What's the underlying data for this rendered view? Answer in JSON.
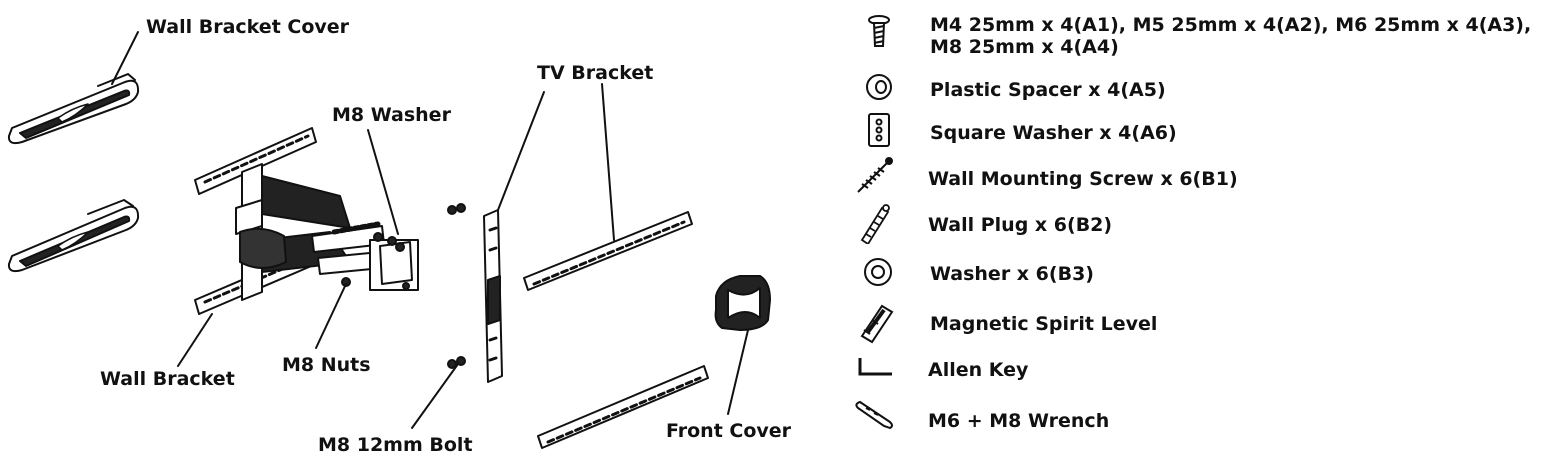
{
  "callouts": {
    "wall_bracket_cover": "Wall Bracket Cover",
    "m8_washer": "M8 Washer",
    "tv_bracket": "TV Bracket",
    "wall_bracket": "Wall Bracket",
    "m8_nuts": "M8 Nuts",
    "m8_12mm_bolt": "M8 12mm Bolt",
    "front_cover": "Front Cover"
  },
  "parts_list": [
    {
      "icon": "screw-icon",
      "line1": "M4 25mm x 4(A1), M5 25mm x 4(A2), M6 25mm x 4(A3),",
      "line2": "M8 25mm x 4(A4)"
    },
    {
      "icon": "plastic-spacer-icon",
      "line1": "Plastic Spacer x 4(A5)"
    },
    {
      "icon": "square-washer-icon",
      "line1": "Square Washer x 4(A6)"
    },
    {
      "icon": "wall-mounting-screw-icon",
      "line1": "Wall Mounting Screw x 6(B1)"
    },
    {
      "icon": "wall-plug-icon",
      "line1": "Wall Plug x 6(B2)"
    },
    {
      "icon": "washer-icon",
      "line1": "Washer x 6(B3)"
    },
    {
      "icon": "magnetic-spirit-level-icon",
      "line1": "Magnetic Spirit Level"
    },
    {
      "icon": "allen-key-icon",
      "line1": "Allen Key"
    },
    {
      "icon": "wrench-icon",
      "line1": "M6 + M8 Wrench"
    }
  ]
}
